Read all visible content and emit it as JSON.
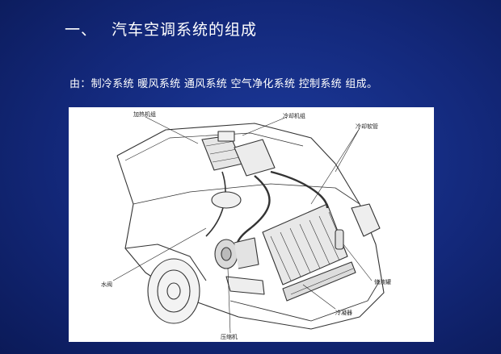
{
  "slide": {
    "number": "一、",
    "title": "汽车空调系统的组成",
    "subtitle": "由：制冷系统  暖风系统   通风系统  空气净化系统   控制系统 组成。"
  },
  "figure": {
    "labels": {
      "heater_unit": "加热机组",
      "evaporator": "冷却机组",
      "hoses": "冷却软管",
      "water_valve": "水阀",
      "receiver": "储液罐",
      "condenser": "冷凝器",
      "compressor": "压缩机"
    }
  }
}
